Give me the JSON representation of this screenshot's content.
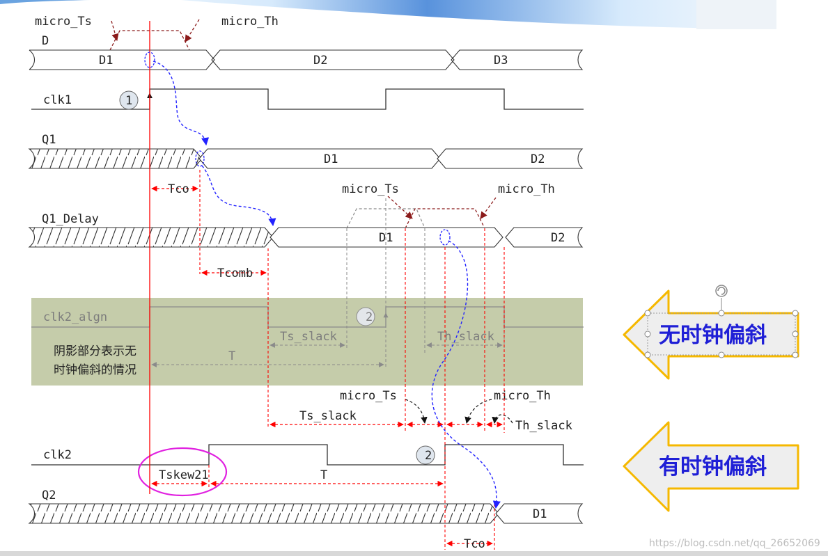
{
  "signals": {
    "D": "D",
    "clk1": "clk1",
    "Q1": "Q1",
    "Q1_Delay": "Q1_Delay",
    "clk2_algn": "clk2_algn",
    "clk2": "clk2",
    "Q2": "Q2"
  },
  "segments": {
    "d_d1": "D1",
    "d_d2": "D2",
    "d_d3": "D3",
    "q1_d1": "D1",
    "q1_d2": "D2",
    "qd_d1": "D1",
    "qd_d2": "D2",
    "q2_d1": "D1"
  },
  "labels": {
    "micro_ts_top": "micro_Ts",
    "micro_th_top": "micro_Th",
    "micro_ts_mid": "micro_Ts",
    "micro_th_mid": "micro_Th",
    "micro_ts_low": "micro_Ts",
    "micro_th_low": "micro_Th",
    "tco_1": "Tco",
    "tcomb": "Tcomb",
    "ts_slack_gray": "Ts_slack",
    "th_slack_gray": "Th_slack",
    "t_gray": "T",
    "ts_slack": "Ts_slack",
    "th_slack": "Th_slack",
    "tskew": "Tskew21",
    "t": "T",
    "tco_2": "Tco"
  },
  "markers": {
    "m1": "1",
    "m2_gray": "2",
    "m2": "2"
  },
  "shade_note": {
    "line1": "阴影部分表示无",
    "line2": "时钟偏斜的情况"
  },
  "callouts": {
    "no_skew": "无时钟偏斜",
    "with_skew": "有时钟偏斜"
  },
  "watermark": "https://blog.csdn.net/qq_26652069",
  "colors": {
    "shade": "#c5ccaa",
    "red": "#ff0000",
    "dark_red": "#8b1a1a",
    "blue": "#2222ff",
    "magenta": "#e020e0",
    "arrow_fill": "#eeeeee",
    "arrow_border": "#f5b800",
    "callout_text": "#1f1fd6"
  }
}
